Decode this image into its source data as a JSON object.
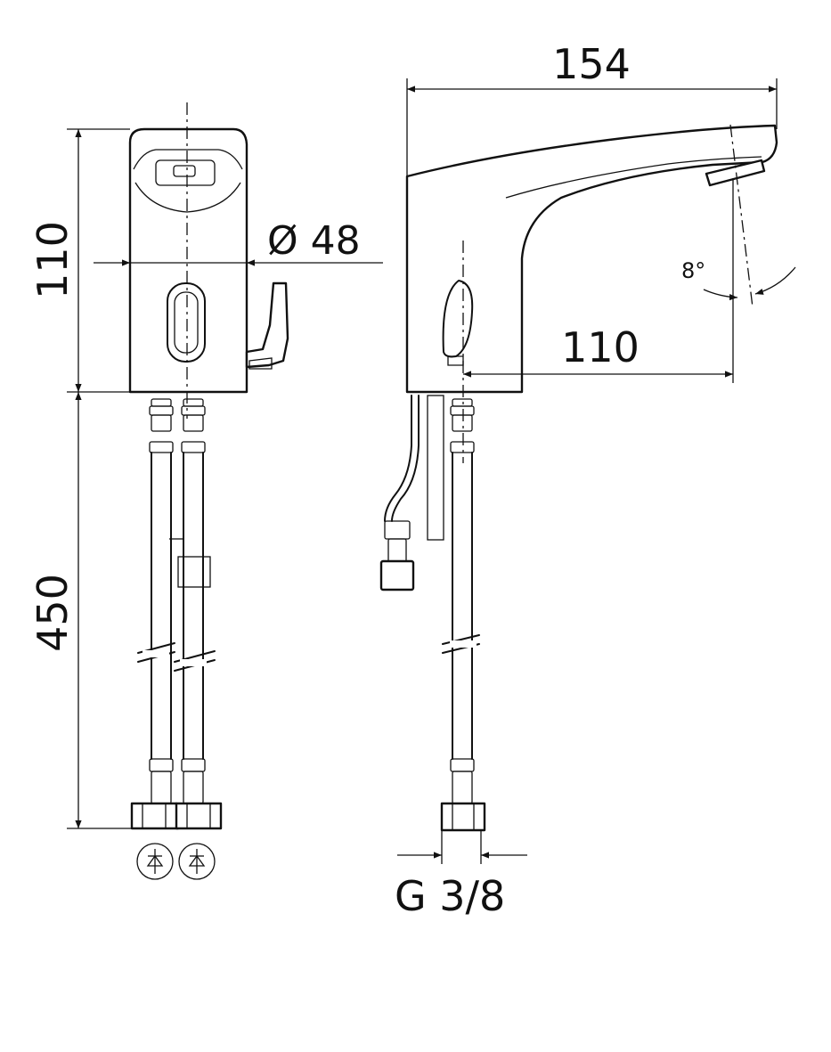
{
  "dimensions": {
    "height_upper": "110",
    "height_lower": "450",
    "diameter": "Ø 48",
    "length": "154",
    "reach": "110",
    "angle": "8°",
    "thread": "G 3/8"
  },
  "icons": [
    "check-valve-icon",
    "check-valve-icon"
  ]
}
